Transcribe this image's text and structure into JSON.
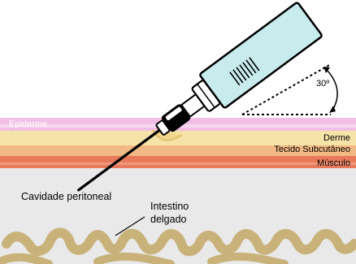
{
  "layers": {
    "epiderme": "Epiderme",
    "derme": "Derme",
    "tecido_subcutaneo": "Tecido Subcutâneo",
    "musculo": "Músculo"
  },
  "cavity_label": "Cavidade peritoneal",
  "intestine_label": {
    "line1": "Intestino",
    "line2": "delgado"
  },
  "angle_label": "30º",
  "colors": {
    "epiderme": "#f1bfe6",
    "derme": "#f5e3a8",
    "subcutaneo": "#f2b984",
    "musculo": "#e8795a",
    "cavity": "#e9e9e9",
    "intestine": "#c9b27a",
    "syringe_barrel": "#c8ecee"
  }
}
